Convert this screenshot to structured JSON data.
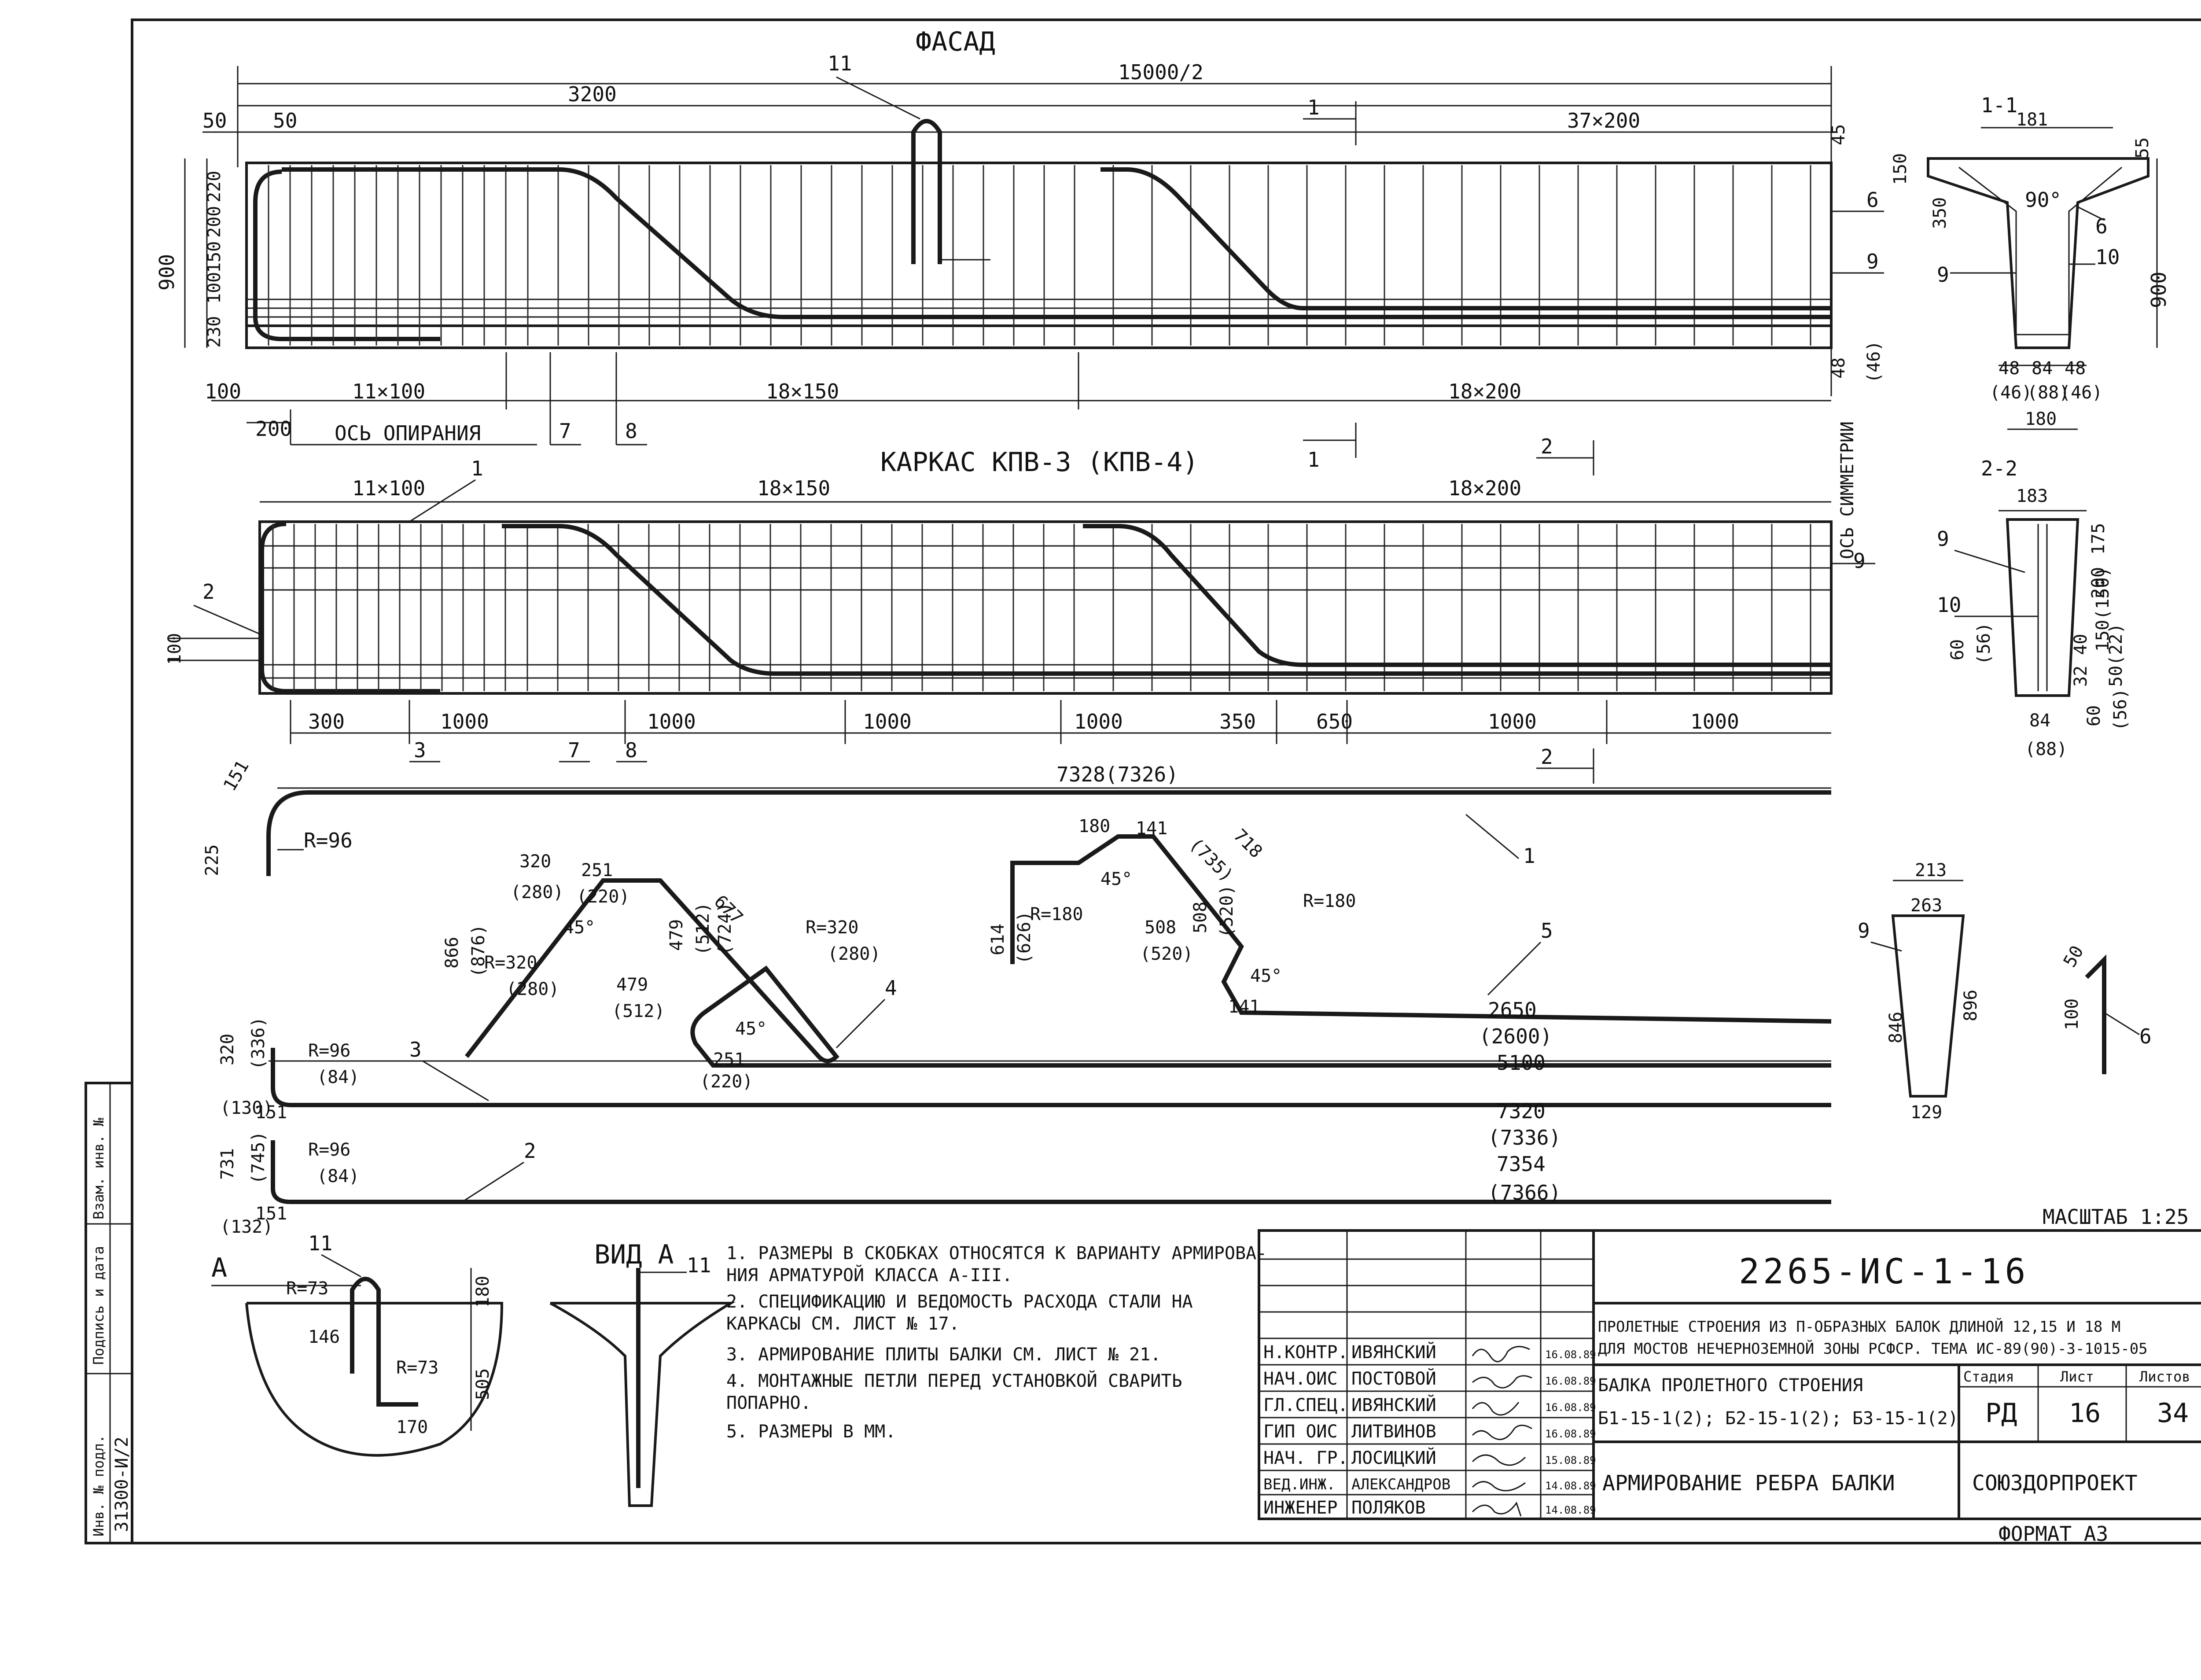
{
  "facade": {
    "title": "ФАСАД",
    "dims": {
      "half_span": "15000/2",
      "d3200": "3200",
      "d50a": "50",
      "d50b": "50",
      "d37x200": "37×200",
      "d45": "45",
      "d220": "220",
      "d200": "200",
      "d150": "150",
      "d100": "100",
      "d230": "230",
      "d900": "900",
      "bottom_100": "100",
      "bottom_11x100": "11×100",
      "bottom_18x150": "18×150",
      "bottom_18x200": "18×200",
      "d200b": "200",
      "d48": "48",
      "d46": "(46)"
    },
    "support_axis": "ОСЬ ОПИРАНИЯ",
    "callouts": {
      "c11": "11",
      "c1": "1",
      "c6": "6",
      "c9": "9",
      "c7": "7",
      "c8": "8"
    }
  },
  "frame": {
    "title": "КАРКАС   КПВ-3   (КПВ-4)",
    "dims": {
      "top_11x100": "11×100",
      "top_18x150": "18×150",
      "top_18x200": "18×200",
      "d100": "100",
      "b300": "300",
      "b1000a": "1000",
      "b1000b": "1000",
      "b1000c": "1000",
      "b1000d": "1000",
      "b350": "350",
      "b650": "650",
      "b1000e": "1000",
      "b1000f": "1000",
      "total": "7328(7326)"
    },
    "callouts": {
      "c1": "1",
      "c2": "2",
      "c3": "3",
      "c7": "7",
      "c8": "8",
      "c9": "9",
      "s1": "1",
      "s2a": "2",
      "s2b": "2"
    },
    "symmetry_axis": "ОСЬ СИММЕТРИИ"
  },
  "section11": {
    "title": "1-1",
    "dims": {
      "w181": "181",
      "d55": "55",
      "d150": "150",
      "d350": "350",
      "d900": "900",
      "ang": "90°",
      "b48a": "48",
      "b84": "84",
      "b48b": "48",
      "b46a": "(46)",
      "b88": "(88)",
      "b46b": "(46)",
      "b180": "180"
    },
    "callouts": {
      "c6": "6",
      "c9": "9",
      "c10": "10"
    }
  },
  "section22": {
    "title": "2-2",
    "dims": {
      "w183": "183",
      "d175": "175",
      "d200": "200",
      "d150": "150(150)",
      "d3240": "32 40",
      "d50": "50(22)",
      "d60a": "60",
      "d56a": "(56)",
      "d60b": "60",
      "d56b": "(56)",
      "d84": "84",
      "d88": "(88)"
    },
    "callouts": {
      "c9": "9",
      "c10": "10"
    }
  },
  "bars": {
    "bar1": {
      "d151": "151",
      "d225": "225",
      "r96": "R=96",
      "num": "1"
    },
    "bar4": {
      "d320": "320",
      "d280": "(280)",
      "d251": "251",
      "d220": "(220)",
      "d677": "677",
      "d724": "(724)",
      "d479a": "479",
      "d512a": "(512)",
      "d479b": "479",
      "d512b": "(512)",
      "r320a": "R=320",
      "r280a": "(280)",
      "r320b": "R=320",
      "r280b": "(280)",
      "d866": "866",
      "d876": "(876)",
      "ang1": "45°",
      "ang2": "45°",
      "d251b": "251",
      "d220b": "(220)",
      "num": "4"
    },
    "bar5": {
      "d180": "180",
      "d141a": "141",
      "d735": "(735)",
      "d718": "718",
      "r180a": "R=180",
      "r180b": "R=180",
      "d508a": "508",
      "d520a": "(520)",
      "d508b": "508",
      "d520b": "(520)",
      "d614": "614",
      "d626": "(626)",
      "ang1": "45°",
      "ang2": "45°",
      "d141b": "141",
      "d2650": "2650",
      "d2600": "(2600)",
      "num": "5"
    },
    "bar3": {
      "d320": "320",
      "d336": "(336)",
      "r96": "R=96",
      "r84": "(84)",
      "d130": "(130)",
      "d151": "151",
      "d5100": "5100",
      "d7320": "7320",
      "d7336": "(7336)",
      "num": "3"
    },
    "bar2": {
      "d731": "731",
      "d745": "(745)",
      "r96": "R=96",
      "r84": "(84)",
      "d132": "(132)",
      "d151": "151",
      "d7354": "7354",
      "d7366": "(7366)",
      "num": "2"
    },
    "bar9": {
      "w213": "213",
      "w263": "263",
      "h846": "846",
      "h896": "896",
      "b129": "129",
      "num": "9"
    },
    "bar6": {
      "d50": "50",
      "d100": "100",
      "num": "6"
    }
  },
  "detail_a": {
    "label": "А",
    "r73a": "R=73",
    "r73b": "R=73",
    "d146": "146",
    "d170": "170",
    "d180": "180",
    "d505": "505",
    "callout": "11"
  },
  "view_a": {
    "title": "ВИД А",
    "callout": "11"
  },
  "scale": "МАСШТАБ 1:25",
  "notes": [
    "1. РАЗМЕРЫ В СКОБКАХ ОТНОСЯТСЯ К ВАРИАНТУ АРМИРОВА-",
    "   НИЯ АРМАТУРОЙ КЛАССА А-III.",
    "2. СПЕЦИФИКАЦИЮ И ВЕДОМОСТЬ РАСХОДА СТАЛИ НА",
    "   КАРКАСЫ СМ. ЛИСТ № 17.",
    "3. АРМИРОВАНИЕ ПЛИТЫ БАЛКИ СМ. ЛИСТ № 21.",
    "4. МОНТАЖНЫЕ ПЕТЛИ ПЕРЕД УСТАНОВКОЙ СВАРИТЬ",
    "   ПОПАРНО.",
    "5. РАЗМЕРЫ В ММ."
  ],
  "title_block": {
    "code": "2265-ИС-1-16",
    "project": [
      "ПРОЛЕТНЫЕ СТРОЕНИЯ ИЗ П-ОБРАЗНЫХ БАЛОК ДЛИНОЙ 12,15 И 18 М",
      "ДЛЯ МОСТОВ НЕЧЕРНОЗЕМНОЙ ЗОНЫ РСФСР. ТЕМА ИС-89(90)-3-1015-05"
    ],
    "object": [
      "БАЛКА ПРОЛЕТНОГО СТРОЕНИЯ",
      "Б1-15-1(2); Б2-15-1(2); Б3-15-1(2)"
    ],
    "sheet_title": "АРМИРОВАНИЕ РЕБРА БАЛКИ",
    "org": "СОЮЗДОРПРОЕКТ",
    "stage_h": "Стадия",
    "sheet_h": "Лист",
    "sheets_h": "Листов",
    "stage": "РД",
    "sheet": "16",
    "sheets": "34",
    "signatures": [
      {
        "role": "Н.КОНТР.",
        "name": "ИВЯНСКИЙ",
        "date": "16.08.89"
      },
      {
        "role": "НАЧ.ОИС",
        "name": "ПОСТОВОЙ",
        "date": "16.08.89"
      },
      {
        "role": "ГЛ.СПЕЦ.",
        "name": "ИВЯНСКИЙ",
        "date": "16.08.89"
      },
      {
        "role": "ГИП ОИС",
        "name": "ЛИТВИНОВ",
        "date": "16.08.89"
      },
      {
        "role": "НАЧ. ГР.",
        "name": "ЛОСИЦКИЙ",
        "date": "15.08.89"
      },
      {
        "role": "ВЕД.ИНЖ.",
        "name": "АЛЕКСАНДРОВ",
        "date": "14.08.89"
      },
      {
        "role": "ИНЖЕНЕР",
        "name": "ПОЛЯКОВ",
        "date": "14.08.89"
      }
    ],
    "format": "ФОРМАТ А3"
  },
  "side_stamp": {
    "labels": [
      "Инв. № подл.",
      "Подпись и дата",
      "Взам. инв. №"
    ],
    "inv": "31300-И/2"
  }
}
